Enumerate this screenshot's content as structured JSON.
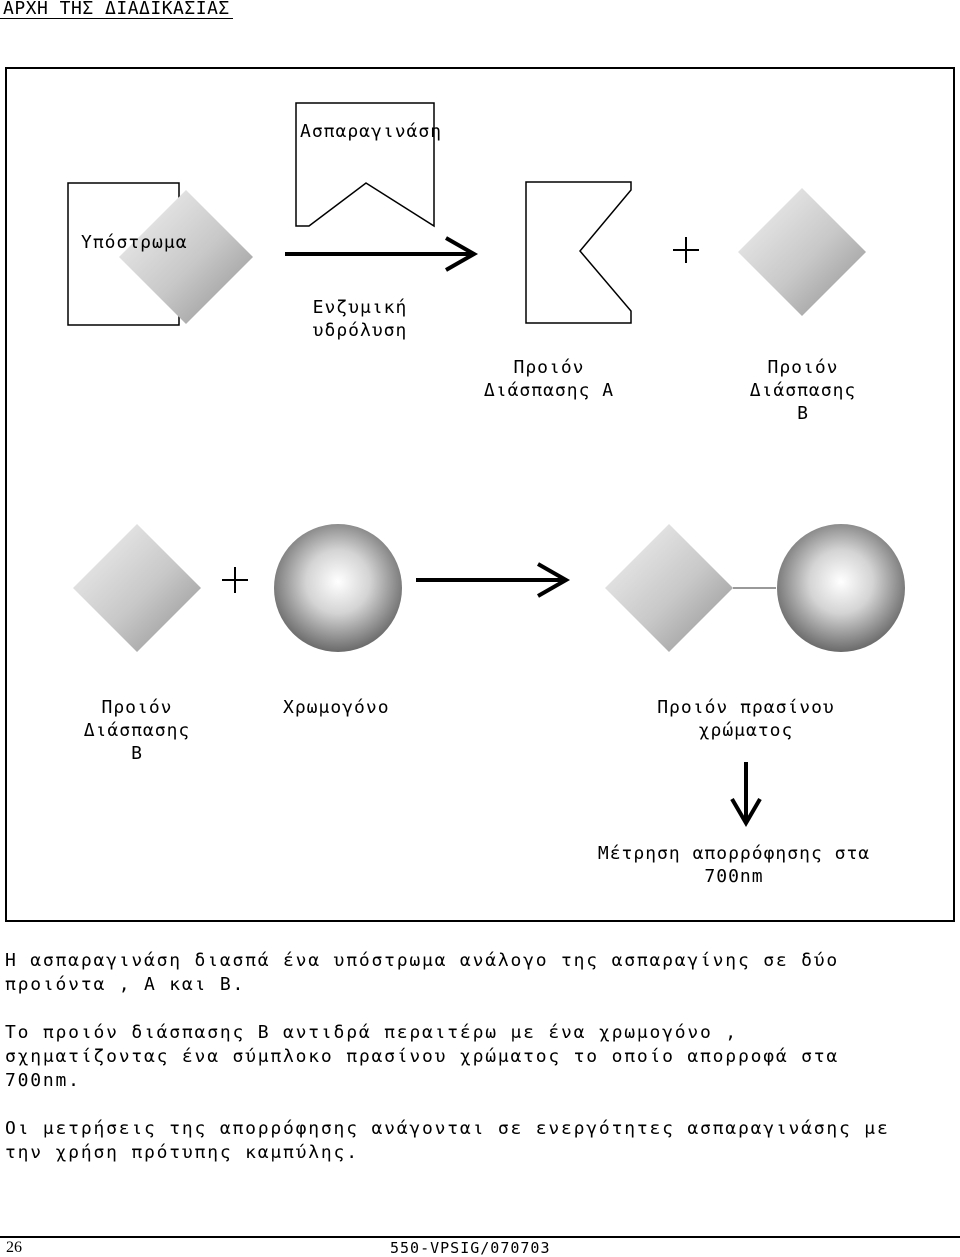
{
  "heading": "ΑΡΧΗ ΤΗΣ ΔΙΑΔΙΚΑΣΙΑΣ",
  "diagram": {
    "enzyme_label": "Ασπαραγινάση",
    "substrate_label": "Υπόστρωμα",
    "hydrolysis_label": [
      "Ενζυμική",
      "υδρόλυση"
    ],
    "product_a_label": [
      "Προιόν",
      "Διάσπασης Α"
    ],
    "product_b_label": [
      "Προιόν",
      "Διάσπασης",
      "Β"
    ],
    "plus_sign": "+",
    "product_b_label_row2": [
      "Προιόν",
      "Διάσπασης",
      "Β"
    ],
    "chromogen_label": "Χρωμογόνο",
    "green_product_label": [
      "Προιόν πρασίνου",
      "χρώματος"
    ],
    "measurement_label": [
      "Μέτρηση απορρόφησης στα",
      "700nm"
    ]
  },
  "paragraphs": {
    "p1": "Η ασπαραγινάση διασπά ένα υπόστρωμα ανάλογο της ασπαραγίνης σε δύο\nπροιόντα , Α και Β.",
    "p2": "Το προιόν διάσπασης Β αντιδρά περαιτέρω με ένα χρωμογόνο ,\nσχηματίζοντας ένα σύμπλοκο πρασίνου χρώματος το οποίο απορροφά στα\n700nm.",
    "p3": "Οι μετρήσεις της απορρόφησης ανάγονται σε ενεργότητες ασπαραγινάσης με\nτην χρήση πρότυπης καμπύλης."
  },
  "footer": {
    "page_number": "26",
    "doc_code": "550-VPSIG/070703"
  }
}
